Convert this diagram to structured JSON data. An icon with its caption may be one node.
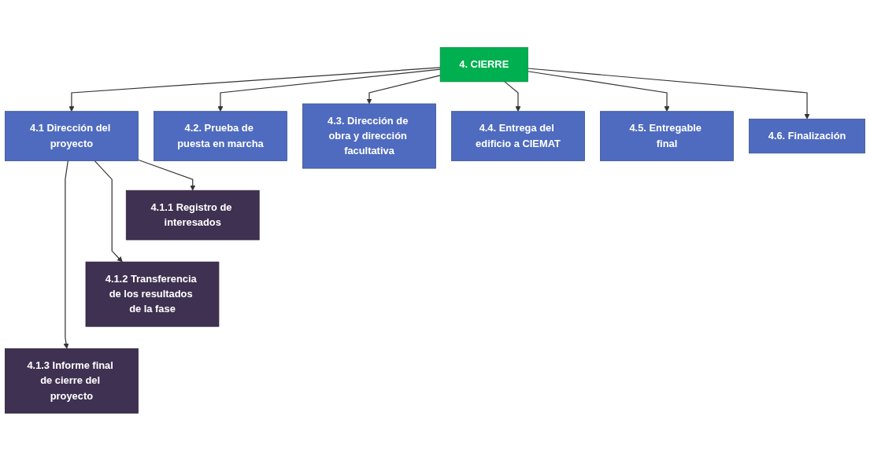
{
  "diagram": {
    "nodes": [
      {
        "text": [
          "4. CIERRE"
        ]
      },
      {
        "text": [
          "4.1 Dirección del proyecto"
        ]
      },
      {
        "text": [
          "4.2. Prueba de puesta en marcha"
        ]
      },
      {
        "text": [
          "4.3. Dirección de obra y dirección facultativa"
        ]
      },
      {
        "text": [
          "4.4. Entrega del edificio a CIEMAT"
        ]
      },
      {
        "text": [
          "4.5. Entregable final"
        ]
      },
      {
        "text": [
          "4.6. Finalización"
        ]
      },
      {
        "text": [
          "4.1.1 Registro de interesados"
        ]
      },
      {
        "text": [
          "4.1.2 Transferencia de los resultados de la fase"
        ]
      },
      {
        "text": [
          "4.1.3 Informe final de cierre del proyecto"
        ]
      }
    ],
    "edges": [
      {
        "from": 0,
        "to": 1,
        "arrow": "to"
      },
      {
        "from": 0,
        "to": 2,
        "arrow": "to"
      },
      {
        "from": 0,
        "to": 3,
        "arrow": "to"
      },
      {
        "from": 0,
        "to": 4,
        "arrow": "to"
      },
      {
        "from": 0,
        "to": 5,
        "arrow": "to"
      },
      {
        "from": 0,
        "to": 6,
        "arrow": "to"
      },
      {
        "from": 1,
        "to": 7,
        "arrow": "to"
      },
      {
        "from": 1,
        "to": 8,
        "arrow": "to"
      },
      {
        "from": 1,
        "to": 9,
        "arrow": "to"
      }
    ]
  }
}
